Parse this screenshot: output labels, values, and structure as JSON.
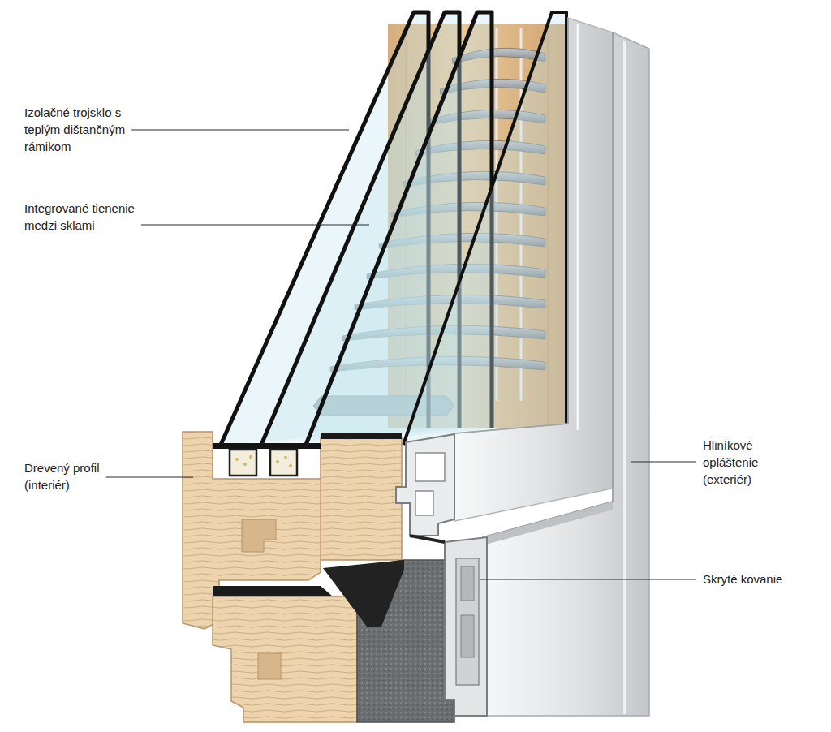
{
  "diagram": {
    "labels": [
      "Izolačné trojsklo s teplým dištančným rámikom",
      "Integrované tienenie medzi sklami",
      "Drevený profil (interiér)",
      "Hliníkové opláštenie (exteriér)",
      "Skryté kovanie"
    ]
  }
}
